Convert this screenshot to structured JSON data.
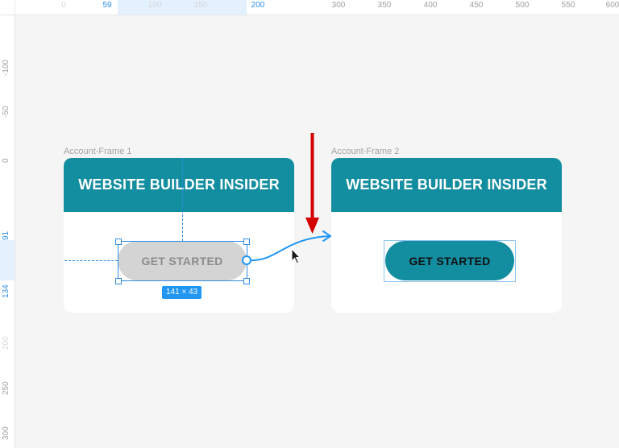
{
  "ruler": {
    "top": [
      "0",
      "59",
      "100",
      "150",
      "200",
      "300",
      "350",
      "400",
      "450",
      "500",
      "550",
      "600"
    ],
    "left": [
      "-100",
      "-50",
      "0",
      "91",
      "134",
      "200",
      "250",
      "300"
    ]
  },
  "frames": [
    {
      "label": "Account-Frame 1",
      "title": "WEBSITE BUILDER INSIDER",
      "button": "GET STARTED"
    },
    {
      "label": "Account-Frame 2",
      "title": "WEBSITE BUILDER INSIDER",
      "button": "GET STARTED"
    }
  ],
  "selection": {
    "size_label": "141 × 43"
  },
  "colors": {
    "accent": "#138da0",
    "selection": "#2f8de4",
    "arrow": "#d40000",
    "canvas": "#f5f5f5"
  }
}
